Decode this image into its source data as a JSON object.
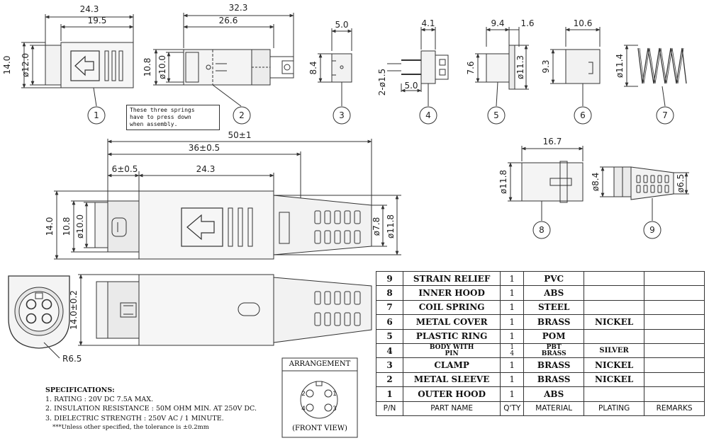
{
  "dimensions": {
    "p1_total": "24.3",
    "p1_body": "19.5",
    "p1_height": "14.0",
    "p1_diam": "ø12.0",
    "p2_total": "32.3",
    "p2_body": "26.6",
    "p2_height": "10.8",
    "p2_diam": "ø10.0",
    "p3_width": "5.0",
    "p3_height": "8.4",
    "p4_width": "4.1",
    "p4_pin": "2-ø1.5",
    "p4_depth": "5.0",
    "p5_w1": "9.4",
    "p5_w2": "1.6",
    "p5_h": "7.6",
    "p5_diam": "ø11.3",
    "p6_width": "10.6",
    "p6_height": "9.3",
    "p7_diam": "ø11.4",
    "p8_width": "16.7",
    "p8_diam": "ø11.8",
    "p9_diam1": "ø8.4",
    "p9_diam2": "ø6.5",
    "asm_total": "50±1",
    "asm_mid": "36±0.5",
    "asm_front": "6±0.5",
    "asm_body": "24.3",
    "asm_h1": "14.0",
    "asm_h2": "10.8",
    "asm_d1": "ø10.0",
    "asm_d2": "ø7.8",
    "asm_d3": "ø11.8",
    "side_height": "14.0±0.2",
    "radius": "R6.5"
  },
  "part_callouts": [
    "1",
    "2",
    "3",
    "4",
    "5",
    "6",
    "7",
    "8",
    "9"
  ],
  "assembly_note": [
    "These three springs",
    "have to press down",
    "when assembly."
  ],
  "arrangement": {
    "title": "ARRANGEMENT",
    "footer": "(FRONT VIEW)",
    "pins": [
      "2",
      "1",
      "4",
      "3"
    ]
  },
  "specifications": {
    "title": "SPECIFICATIONS:",
    "items": [
      "1. RATING : 20V DC 7.5A MAX.",
      "2. INSULATION RESISTANCE : 50M OHM MIN. AT 250V DC.",
      "3. DIELECTRIC STRENGTH : 250V AC / 1 MINUTE."
    ],
    "note": "***Unless other specified, the tolerance is ±0.2mm"
  },
  "bom": {
    "headers": [
      "P/N",
      "PART NAME",
      "Q'TY",
      "MATERIAL",
      "PLATING",
      "REMARKS"
    ],
    "rows": [
      {
        "pn": "9",
        "name": "STRAIN RELIEF",
        "qty": "1",
        "material": "PVC",
        "plating": "",
        "remarks": ""
      },
      {
        "pn": "8",
        "name": "INNER HOOD",
        "qty": "1",
        "material": "ABS",
        "plating": "",
        "remarks": ""
      },
      {
        "pn": "7",
        "name": "COIL SPRING",
        "qty": "1",
        "material": "STEEL",
        "plating": "",
        "remarks": ""
      },
      {
        "pn": "6",
        "name": "METAL COVER",
        "qty": "1",
        "material": "BRASS",
        "plating": "NICKEL",
        "remarks": ""
      },
      {
        "pn": "5",
        "name": "PLASTIC RING",
        "qty": "1",
        "material": "POM",
        "plating": "",
        "remarks": ""
      },
      {
        "pn": "4",
        "name": "BODY WITH",
        "name2": "PIN",
        "qty": "1",
        "qty2": "4",
        "material": "PBT",
        "material2": "BRASS",
        "plating": "",
        "plating2": "SILVER",
        "remarks": ""
      },
      {
        "pn": "3",
        "name": "CLAMP",
        "qty": "1",
        "material": "BRASS",
        "plating": "NICKEL",
        "remarks": ""
      },
      {
        "pn": "2",
        "name": "METAL SLEEVE",
        "qty": "1",
        "material": "BRASS",
        "plating": "NICKEL",
        "remarks": ""
      },
      {
        "pn": "1",
        "name": "OUTER HOOD",
        "qty": "1",
        "material": "ABS",
        "plating": "",
        "remarks": ""
      }
    ]
  }
}
